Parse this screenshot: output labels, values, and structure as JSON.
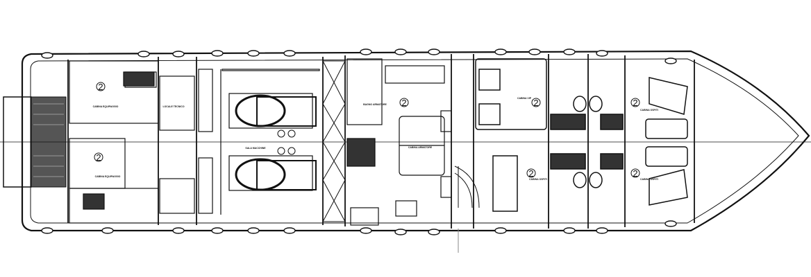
{
  "drawing": {
    "labels": {
      "crew_cabin_top": "CABINA EQUIPAGGIO",
      "crew_cabin_bottom": "CABINA EQUIPAGGIO",
      "technical_room": "LOCALE TECNICO",
      "engine_room": "SALA MACCHINE",
      "owner_bath": "BAGNO ARMATORE",
      "owner_cabin": "CABINA ARMATORE",
      "vip_cabin": "CABINA VIP",
      "guest_cabin_1": "CABINA OSPITI",
      "guest_cabin_2": "CABINA OSPITI",
      "guest_cabin_3": "CABINA OSPITI"
    },
    "berth_marker": "2",
    "colors": {
      "line": "#111111",
      "background": "#ffffff"
    }
  }
}
